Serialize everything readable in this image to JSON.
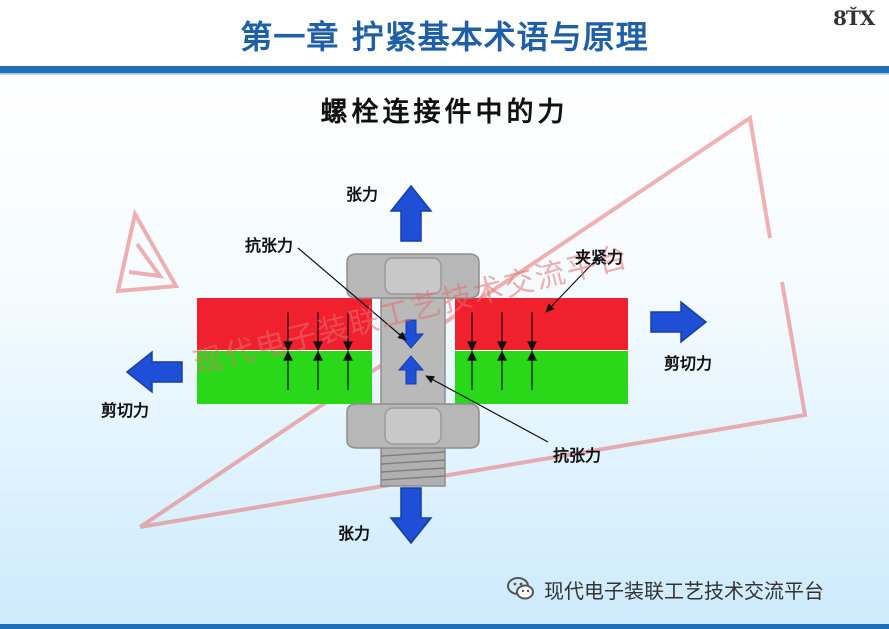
{
  "header": {
    "title": "第一章  拧紧基本术语与原理",
    "logo_text": "8ŤX"
  },
  "slide": {
    "title": "螺栓连接件中的力"
  },
  "labels": {
    "tension_top": "张力",
    "tension_bottom": "张力",
    "tensile_upper": "抗张力",
    "tensile_lower": "抗张力",
    "clamp_force": "夹紧力",
    "shear_right": "剪切力",
    "shear_left": "剪切力"
  },
  "watermark": "现代电子装联工艺技术交流平台",
  "footer": {
    "text": "现代电子装联工艺技术交流平台",
    "icon": "wechat-icon"
  },
  "colors": {
    "header_blue": "#1d6fb8",
    "title_blue": "#1e5fa8",
    "arrow_blue": "#1f4fd6",
    "plate_red": "#f1202f",
    "plate_green": "#2ad81a",
    "bolt_gray": "#b7b7b7",
    "watermark_red": "#e87272"
  }
}
